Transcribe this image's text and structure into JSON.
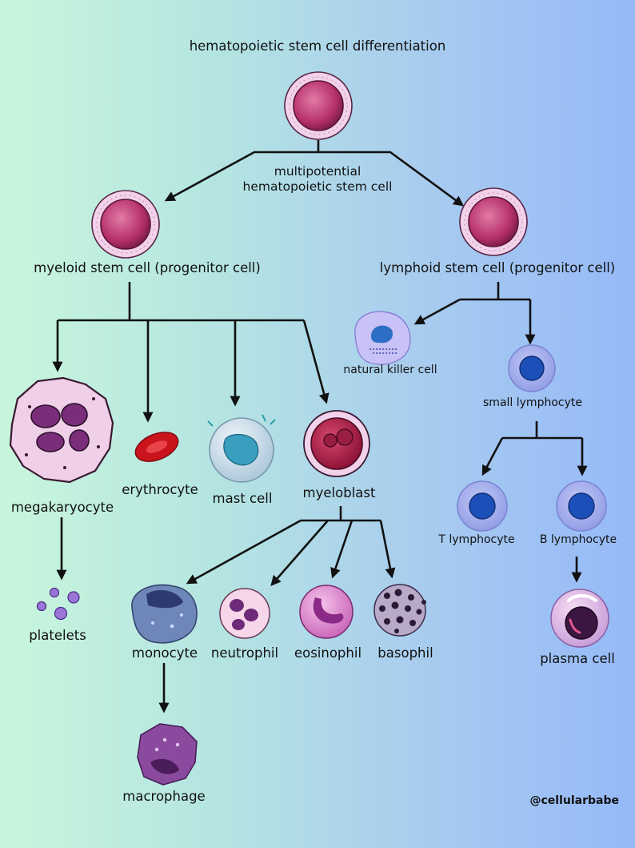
{
  "title": "hematopoietic stem cell differentiation",
  "labels": {
    "hsc": "multipotential\nhematopoietic stem cell",
    "myeloid": "myeloid stem cell (progenitor cell)",
    "lymphoid": "lymphoid stem cell (progenitor cell)",
    "megakaryocyte": "megakaryocyte",
    "erythrocyte": "erythrocyte",
    "mast_cell": "mast cell",
    "myeloblast": "myeloblast",
    "platelets": "platelets",
    "monocyte": "monocyte",
    "neutrophil": "neutrophil",
    "eosinophil": "eosinophil",
    "basophil": "basophil",
    "macrophage": "macrophage",
    "nk_cell": "natural killer cell",
    "small_lymphocyte": "small lymphocyte",
    "t_lymphocyte": "T lymphocyte",
    "b_lymphocyte": "B lymphocyte",
    "plasma_cell": "plasma cell"
  },
  "watermark": "@cellularbabe",
  "colors": {
    "stem_outer": "#f2d2ea",
    "stem_inner": "#b5306b",
    "lymph_outer": "#a9b2ee",
    "lymph_nucleus": "#1c50b8",
    "erythrocyte": "#c9141c",
    "arrow": "#111111"
  }
}
